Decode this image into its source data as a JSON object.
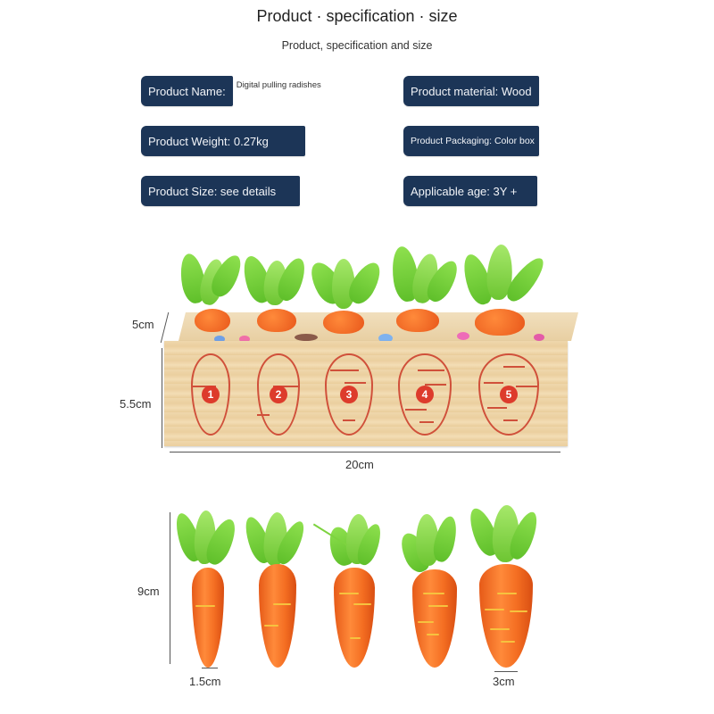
{
  "header": {
    "title": "Product · specification · size",
    "subtitle": "Product, specification and size"
  },
  "specs": {
    "name_label": "Product Name:",
    "name_value": "Digital pulling radishes",
    "weight": "Product Weight: 0.27kg",
    "size": "Product Size: see details",
    "material": "Product material: Wood",
    "packaging": "Product Packaging: Color box",
    "age": "Applicable age: 3Y +"
  },
  "colors": {
    "label_bg": "#1c3557",
    "carrot": "#f46e22",
    "leaf": "#7dd33f",
    "number_badge": "#dd3b2c"
  },
  "box_image": {
    "depth": "5cm",
    "height": "5.5cm",
    "width": "20cm",
    "slots": [
      "1",
      "2",
      "3",
      "4",
      "5"
    ]
  },
  "carrots_image": {
    "height": "9cm",
    "min_width": "1.5cm",
    "max_width": "3cm",
    "count": 5
  }
}
